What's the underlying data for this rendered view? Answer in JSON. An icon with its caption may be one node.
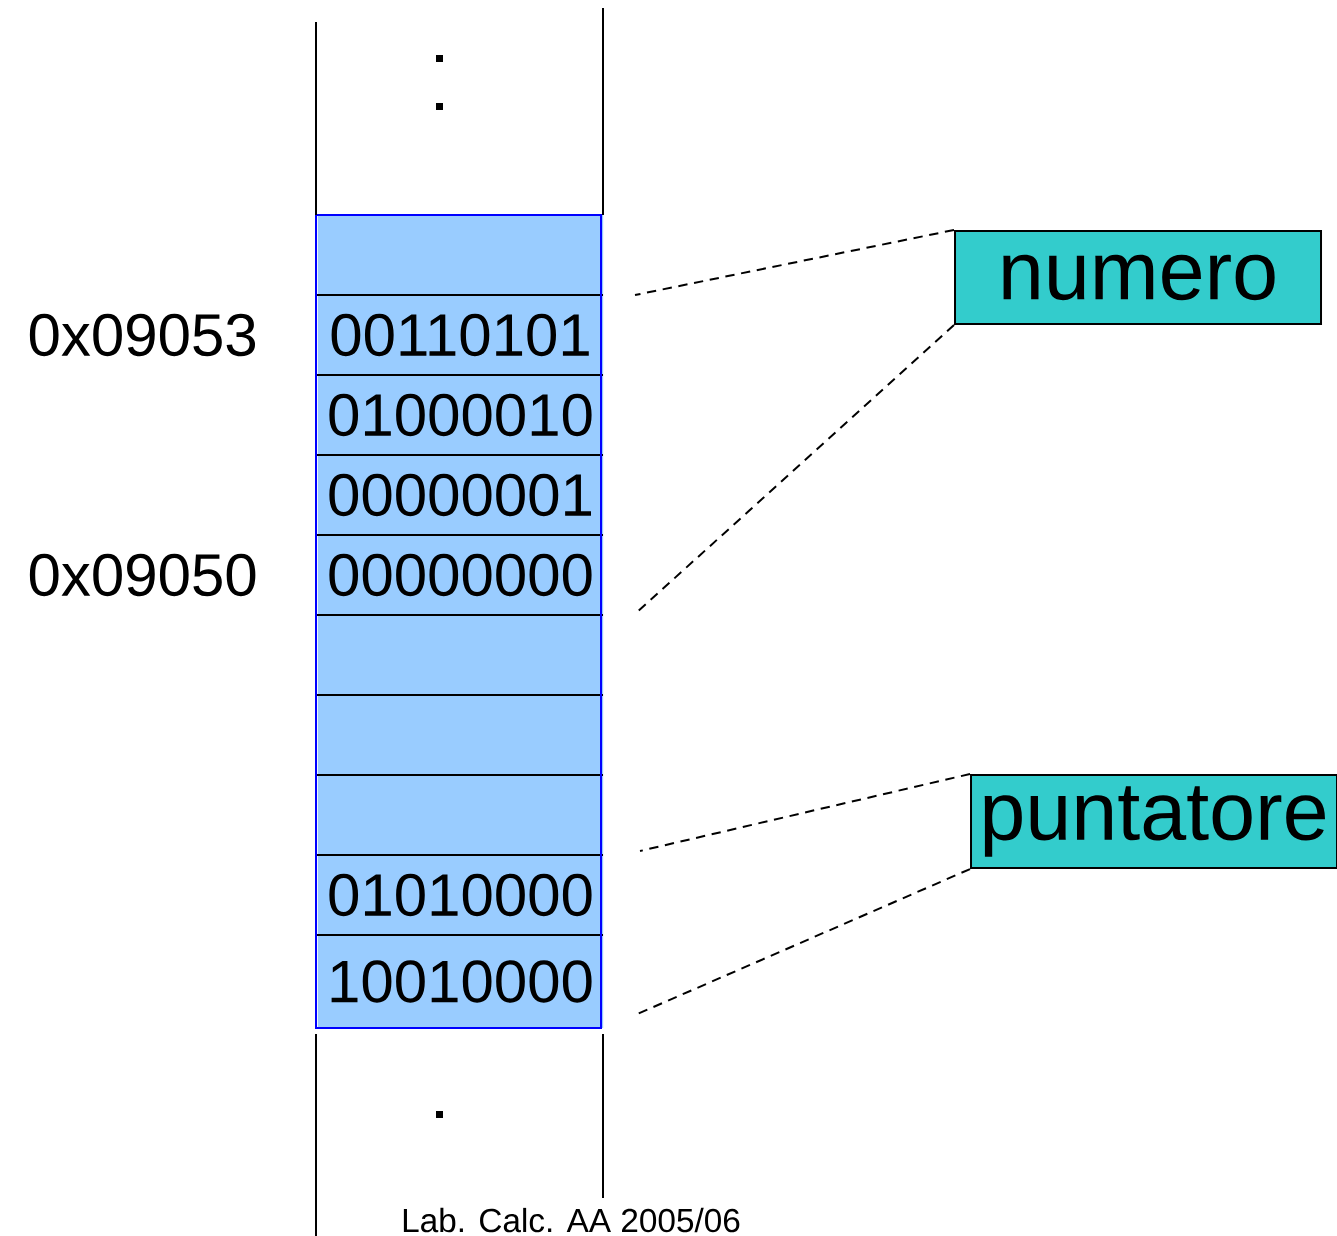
{
  "diagram": {
    "nodes": [
      {
        "text": [],
        "shape": "box"
      },
      {
        "text": [
          "00110101"
        ],
        "beside": [
          "0x09053"
        ]
      },
      {
        "text": [
          "01000010"
        ]
      },
      {
        "text": [
          "00000001"
        ]
      },
      {
        "text": [
          "00000000"
        ],
        "beside": [
          "0x09050"
        ]
      },
      {
        "text": [],
        "shape": "box"
      },
      {
        "text": [],
        "shape": "box"
      },
      {
        "text": [],
        "shape": "box"
      },
      {
        "text": [
          "01010000"
        ]
      },
      {
        "text": [
          "10010000"
        ]
      },
      {
        "text": [
          "numero"
        ]
      },
      {
        "text": [
          "puntatore"
        ]
      }
    ],
    "edges": [
      {
        "from": 10,
        "to": null,
        "arrow": "none",
        "style": "dashed"
      },
      {
        "from": 10,
        "to": null,
        "arrow": "none",
        "style": "dashed"
      },
      {
        "from": 11,
        "to": null,
        "arrow": "none",
        "style": "dashed"
      },
      {
        "from": 11,
        "to": null,
        "arrow": "none",
        "style": "dashed"
      }
    ],
    "labels": [
      "Lab. Calc. AA 2005/06"
    ]
  }
}
